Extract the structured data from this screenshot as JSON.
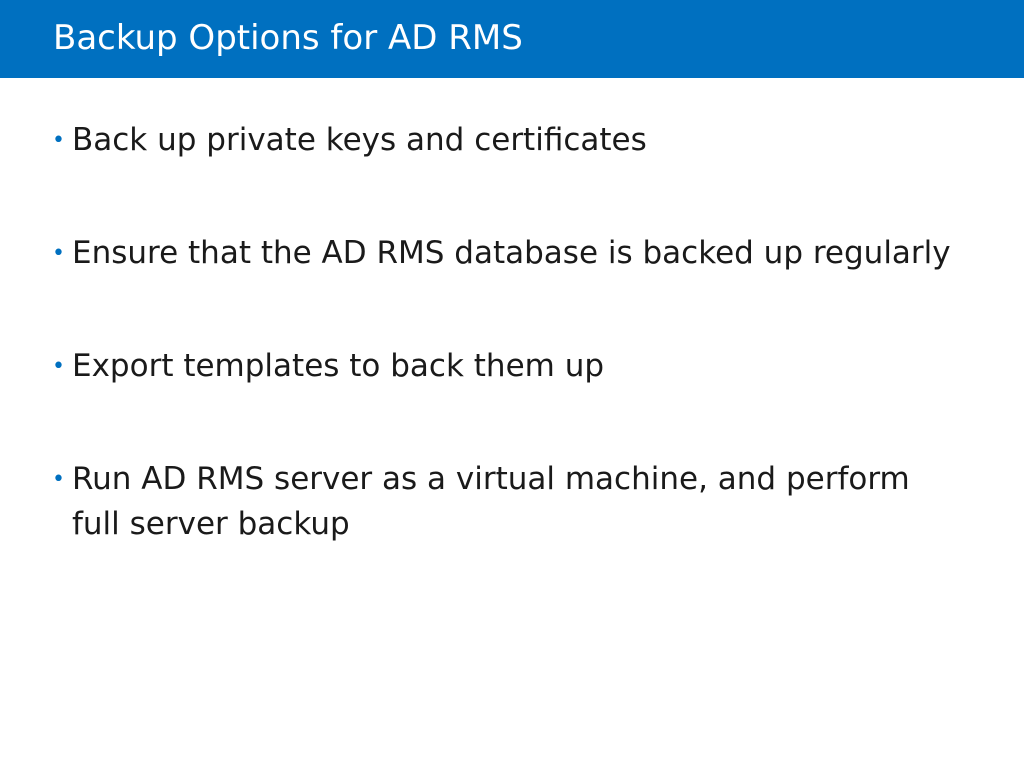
{
  "slide": {
    "title": "Backup Options for AD RMS",
    "bullets": [
      "Back up private keys and certificates",
      "Ensure that the AD RMS database is backed up regularly",
      "Export templates to back them up",
      "Run AD RMS server as a virtual machine, and perform full server backup"
    ]
  },
  "colors": {
    "title_bar": "#0070c0",
    "bullet_marker": "#0070c0",
    "body_text": "#1a1a1a"
  }
}
